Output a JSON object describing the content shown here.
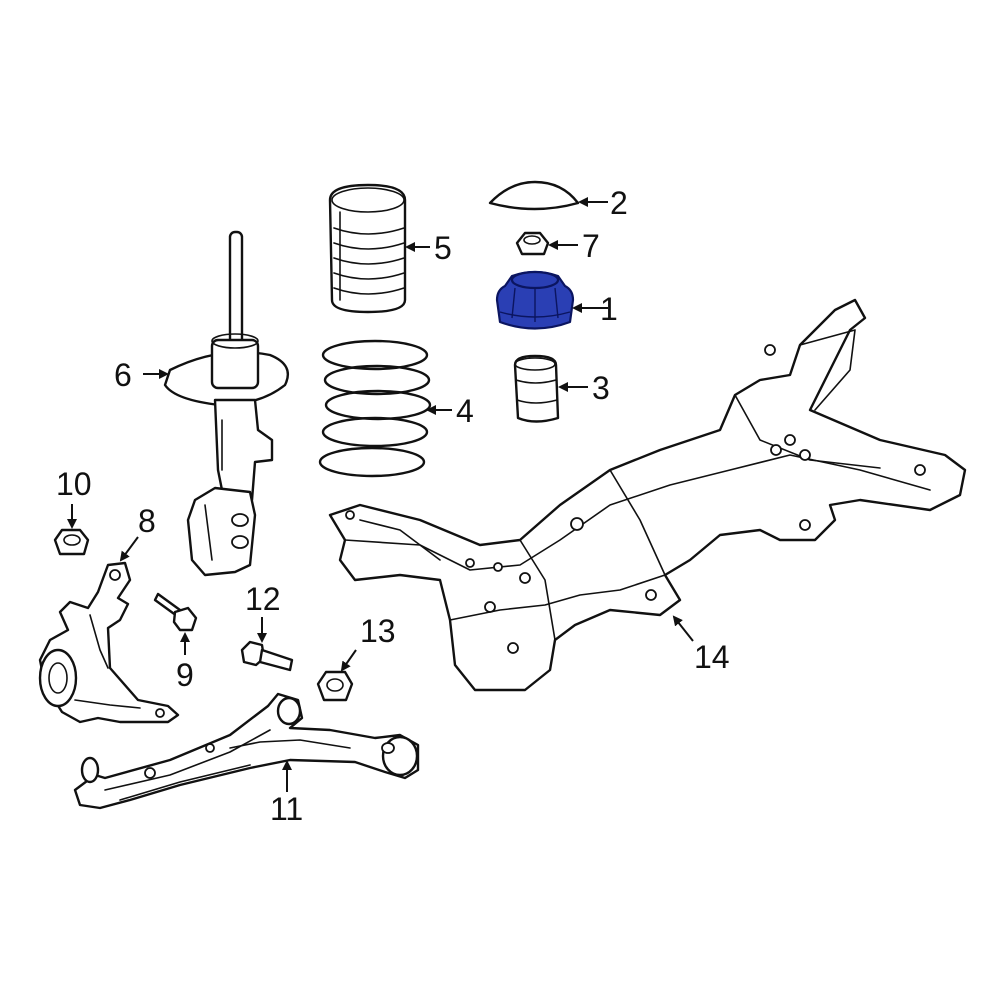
{
  "callouts": {
    "c1": "1",
    "c2": "2",
    "c3": "3",
    "c4": "4",
    "c5": "5",
    "c6": "6",
    "c7": "7",
    "c8": "8",
    "c9": "9",
    "c10": "10",
    "c11": "11",
    "c12": "12",
    "c13": "13",
    "c14": "14"
  },
  "colors": {
    "highlight": "#2a3fb4",
    "line": "#111111",
    "background": "#ffffff"
  },
  "highlighted_part": "1"
}
